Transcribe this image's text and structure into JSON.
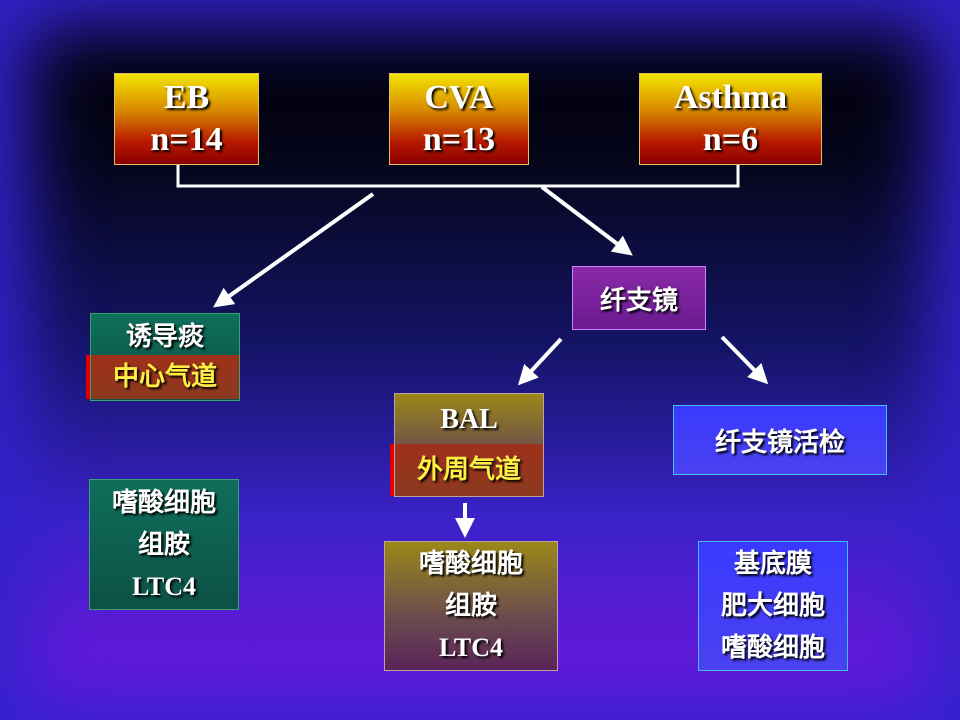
{
  "groups": [
    {
      "name": "EB",
      "n": "n=14"
    },
    {
      "name": "CVA",
      "n": "n=13"
    },
    {
      "name": "Asthma",
      "n": "n=6"
    }
  ],
  "bronchoscopy": "纤支镜",
  "induced_sputum": {
    "label": "诱导痰",
    "site": "中心气道"
  },
  "bal": {
    "label": "BAL",
    "site": "外周气道"
  },
  "biopsy": "纤支镜活检",
  "sputum_findings": [
    "嗜酸细胞",
    "组胺",
    "LTC4"
  ],
  "bal_findings": [
    "嗜酸细胞",
    "组胺",
    "LTC4"
  ],
  "biopsy_findings": [
    "基底膜",
    "肥大细胞",
    "嗜酸细胞"
  ],
  "colors": {
    "top_box": "#d88a00",
    "teal_box": "#0f6f5a",
    "violet_box": "#8a2aa8",
    "blue_box": "#3a3aff",
    "highlight_text": "#ffee44",
    "background_bottom": "#7a14e0"
  }
}
